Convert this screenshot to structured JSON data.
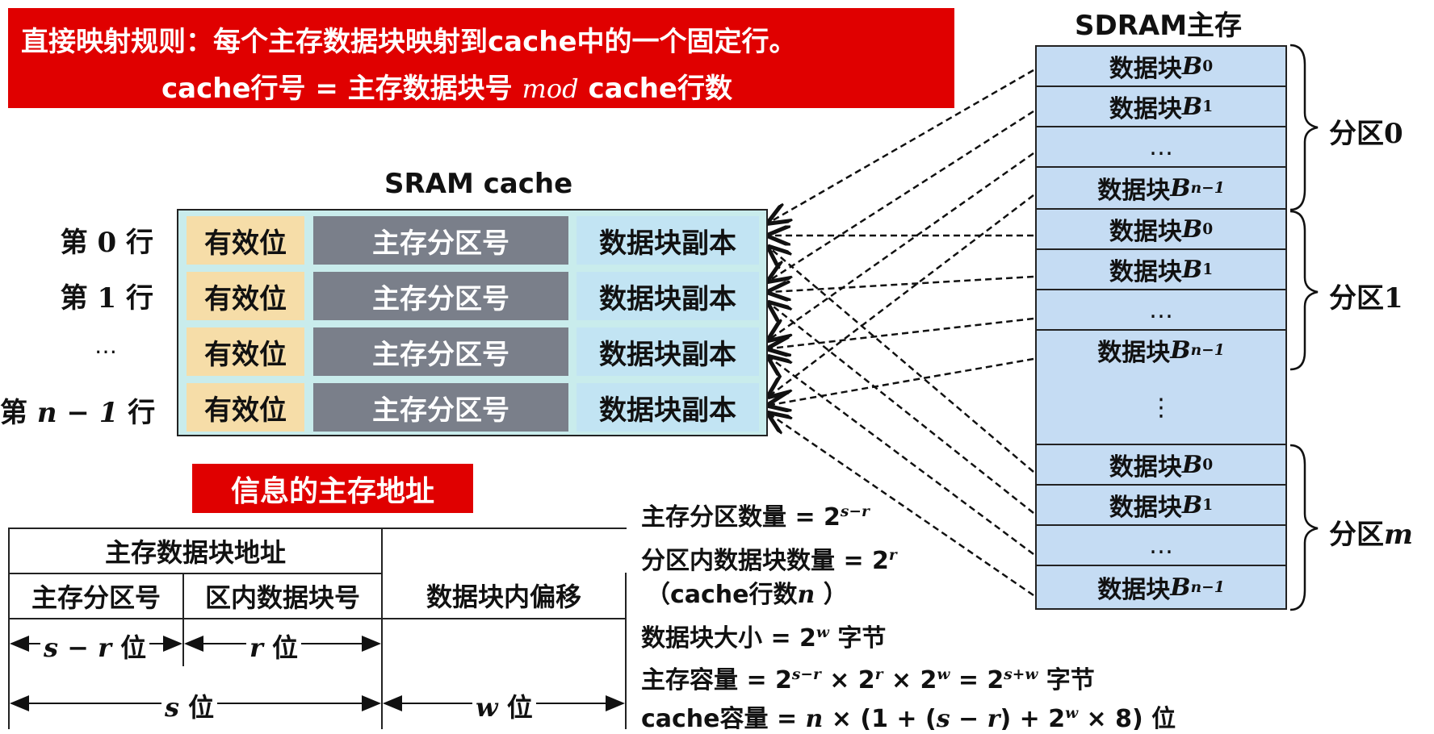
{
  "rule": {
    "line1": "直接映射规则：每个主存数据块映射到cache中的一个固定行。",
    "line2_a": "cache行号 = 主存数据块号 ",
    "line2_mod": "mod",
    "line2_b": " cache行数"
  },
  "cache": {
    "title": "SRAM  cache",
    "rows": [
      {
        "label_pre": "第 ",
        "label_var": "0",
        "label_post": " 行"
      },
      {
        "label_pre": "第 ",
        "label_var": "1",
        "label_post": " 行"
      },
      {
        "label_pre": "",
        "label_var": "…",
        "label_post": ""
      },
      {
        "label_pre": "第 ",
        "label_var": "n − 1",
        "label_post": " 行"
      }
    ],
    "field_valid": "有效位",
    "field_partition": "主存分区号",
    "field_data": "数据块副本"
  },
  "memory": {
    "title": "SDRAM主存",
    "block_prefix": "数据块 ",
    "block_var": "B",
    "subs": [
      "0",
      "1",
      "",
      "n−1"
    ],
    "ellipsis": "…",
    "vdots": "⋮",
    "partitions": [
      {
        "label": "分区",
        "var": "0"
      },
      {
        "label": "分区",
        "var": "1"
      },
      {
        "label": "分区",
        "var": "m"
      }
    ]
  },
  "address": {
    "title": "信息的主存地址",
    "header_block_addr": "主存数据块地址",
    "col_partition": "主存分区号",
    "col_inblock": "区内数据块号",
    "col_offset": "数据块内偏移",
    "m1_var": "s − r",
    "m1_unit": " 位",
    "m2_var": "r",
    "m2_unit": " 位",
    "m3_var": "s",
    "m3_unit": " 位",
    "m4_var": "w",
    "m4_unit": " 位"
  },
  "formulas": {
    "f1_text": "主存分区数量 = 2",
    "f1_sup": "s−r",
    "f2_text": "分区内数据块数量 = 2",
    "f2_sup": "r",
    "f3_text": "（cache行数",
    "f3_var": "n",
    "f3_end": " ）",
    "f4_text": "数据块大小 = 2",
    "f4_sup": "w",
    "f4_end": " 字节",
    "f5_a": "主存容量 = 2",
    "f5_sup1": "s−r",
    "f5_b": " × 2",
    "f5_sup2": "r",
    "f5_c": " × 2",
    "f5_sup3": "w",
    "f5_d": " = 2",
    "f5_sup4": "s+w",
    "f5_end": " 字节",
    "f6_a": "cache容量 = ",
    "f6_n": "n",
    "f6_b": " × (1 + (",
    "f6_s": "s",
    "f6_c": " − ",
    "f6_r": "r",
    "f6_d": ")  + 2",
    "f6_sup": "w",
    "f6_e": " × 8) 位"
  },
  "colors": {
    "banner_red": "#e00000",
    "cache_bg": "#c9ecec",
    "valid_bg": "#f6dda8",
    "partition_bg": "#7a7f8a",
    "data_bg": "#c2e4f3",
    "memory_bg": "#c5dcf3"
  }
}
